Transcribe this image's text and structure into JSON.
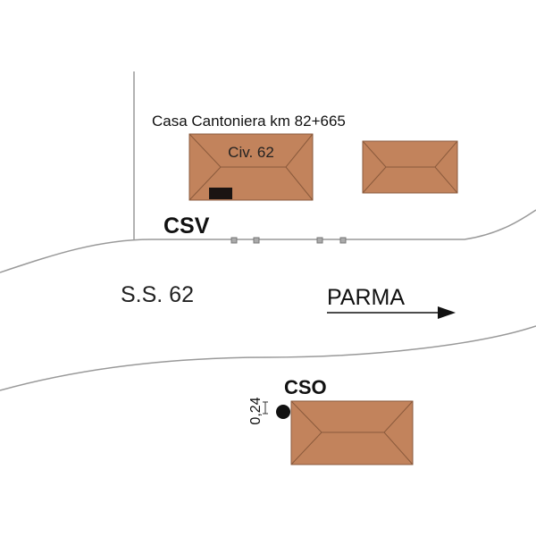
{
  "title": "Casa Cantoniera km 82+665",
  "building_label": "Civ. 62",
  "road_label": "S.S. 62",
  "direction_label": "PARMA",
  "csv_label": "CSV",
  "cso_label": "CSO",
  "dimension_label": "0,24",
  "colors": {
    "roof": "#c2835c",
    "roof_line": "#8a5a3c",
    "line": "#8c8c8c"
  }
}
